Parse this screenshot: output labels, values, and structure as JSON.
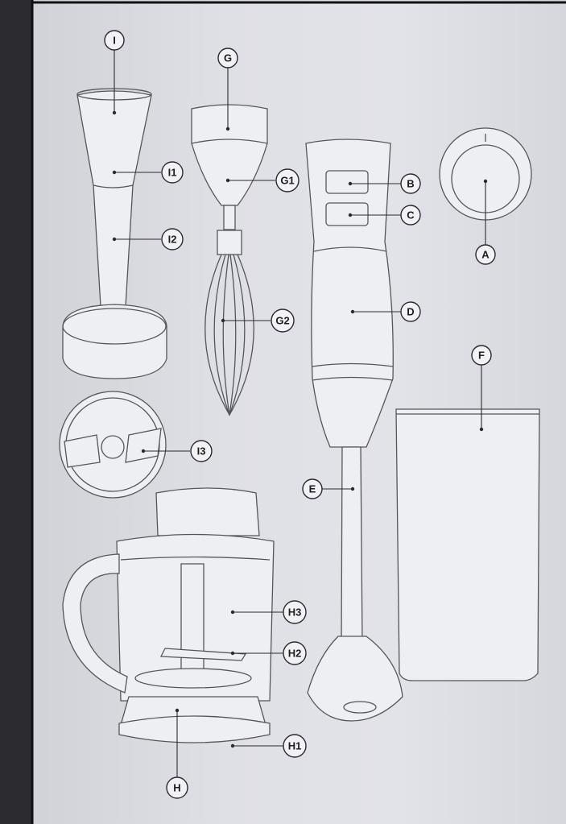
{
  "diagram": {
    "title": "Hand blender parts overview",
    "labels": {
      "I": "I",
      "I1": "I1",
      "I2": "I2",
      "I3": "I3",
      "G": "G",
      "G1": "G1",
      "G2": "G2",
      "A": "A",
      "B": "B",
      "C": "C",
      "D": "D",
      "E": "E",
      "F": "F",
      "H": "H",
      "H1": "H1",
      "H2": "H2",
      "H3": "H3"
    }
  }
}
